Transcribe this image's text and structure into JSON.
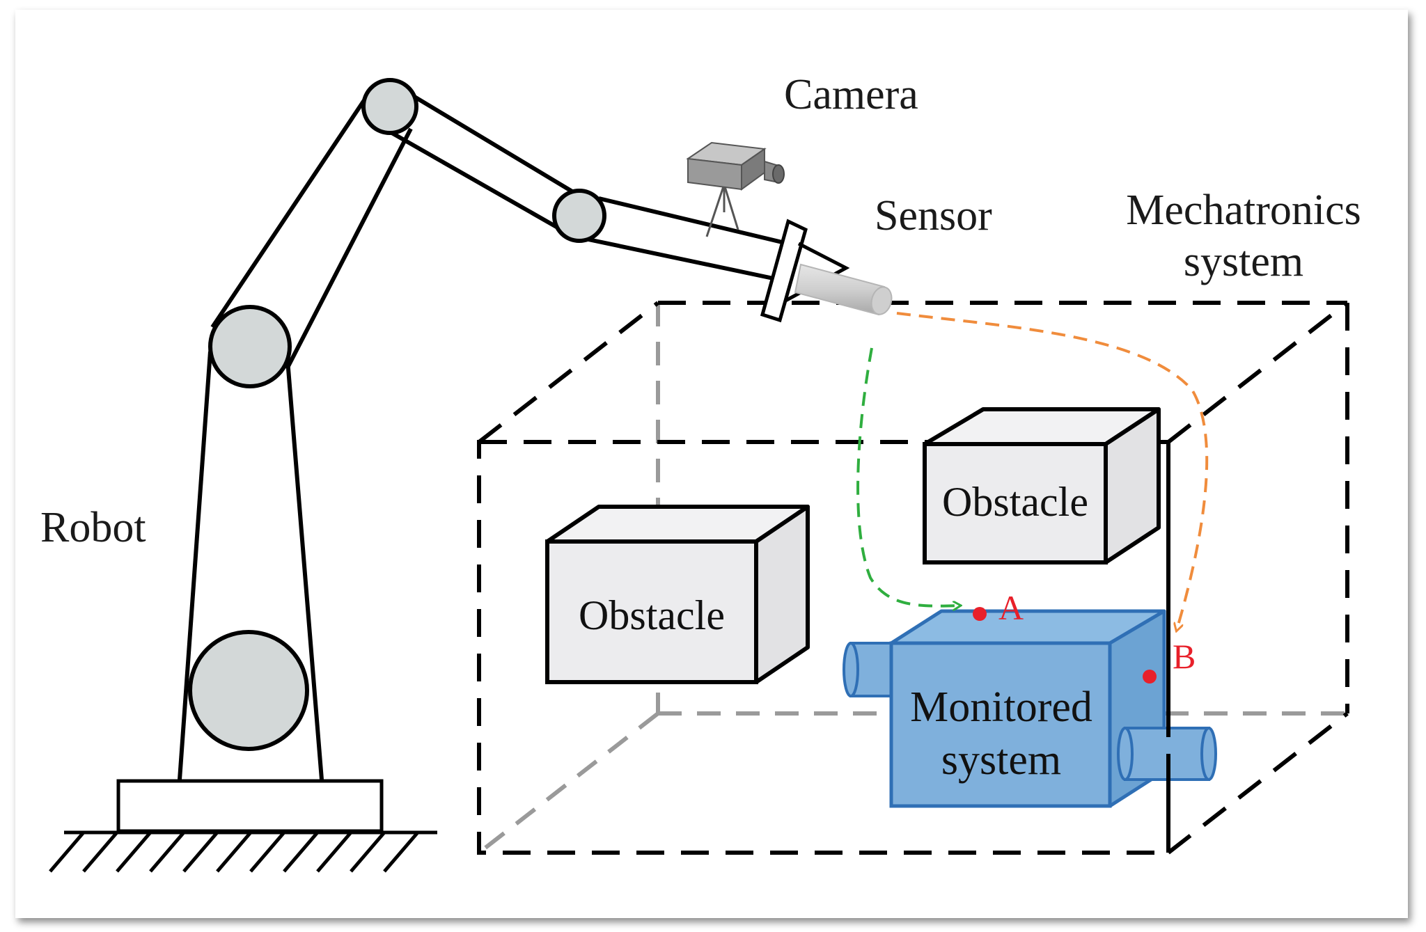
{
  "labels": {
    "camera": "Camera",
    "sensor": "Sensor",
    "mechatronics_line1": "Mechatronics",
    "mechatronics_line2": "system",
    "robot": "Robot",
    "obstacle_left": "Obstacle",
    "obstacle_right": "Obstacle",
    "monitored_line1": "Monitored",
    "monitored_line2": "system",
    "point_a": "A",
    "point_b": "B"
  },
  "colors": {
    "outline": "#000000",
    "joint_fill": "#d3d8d8",
    "obstacle_fill": "#e9e9eb",
    "monitored_fill": "#7fb0dc",
    "monitored_stroke": "#2f6fb5",
    "path_to_a": "#2fae3f",
    "path_to_b": "#f08c3c",
    "points": "#e8202a",
    "hidden_edges": "#9a9a9a"
  },
  "icons": [
    "camera-icon",
    "sensor-probe-icon",
    "ground-hatch-icon"
  ]
}
